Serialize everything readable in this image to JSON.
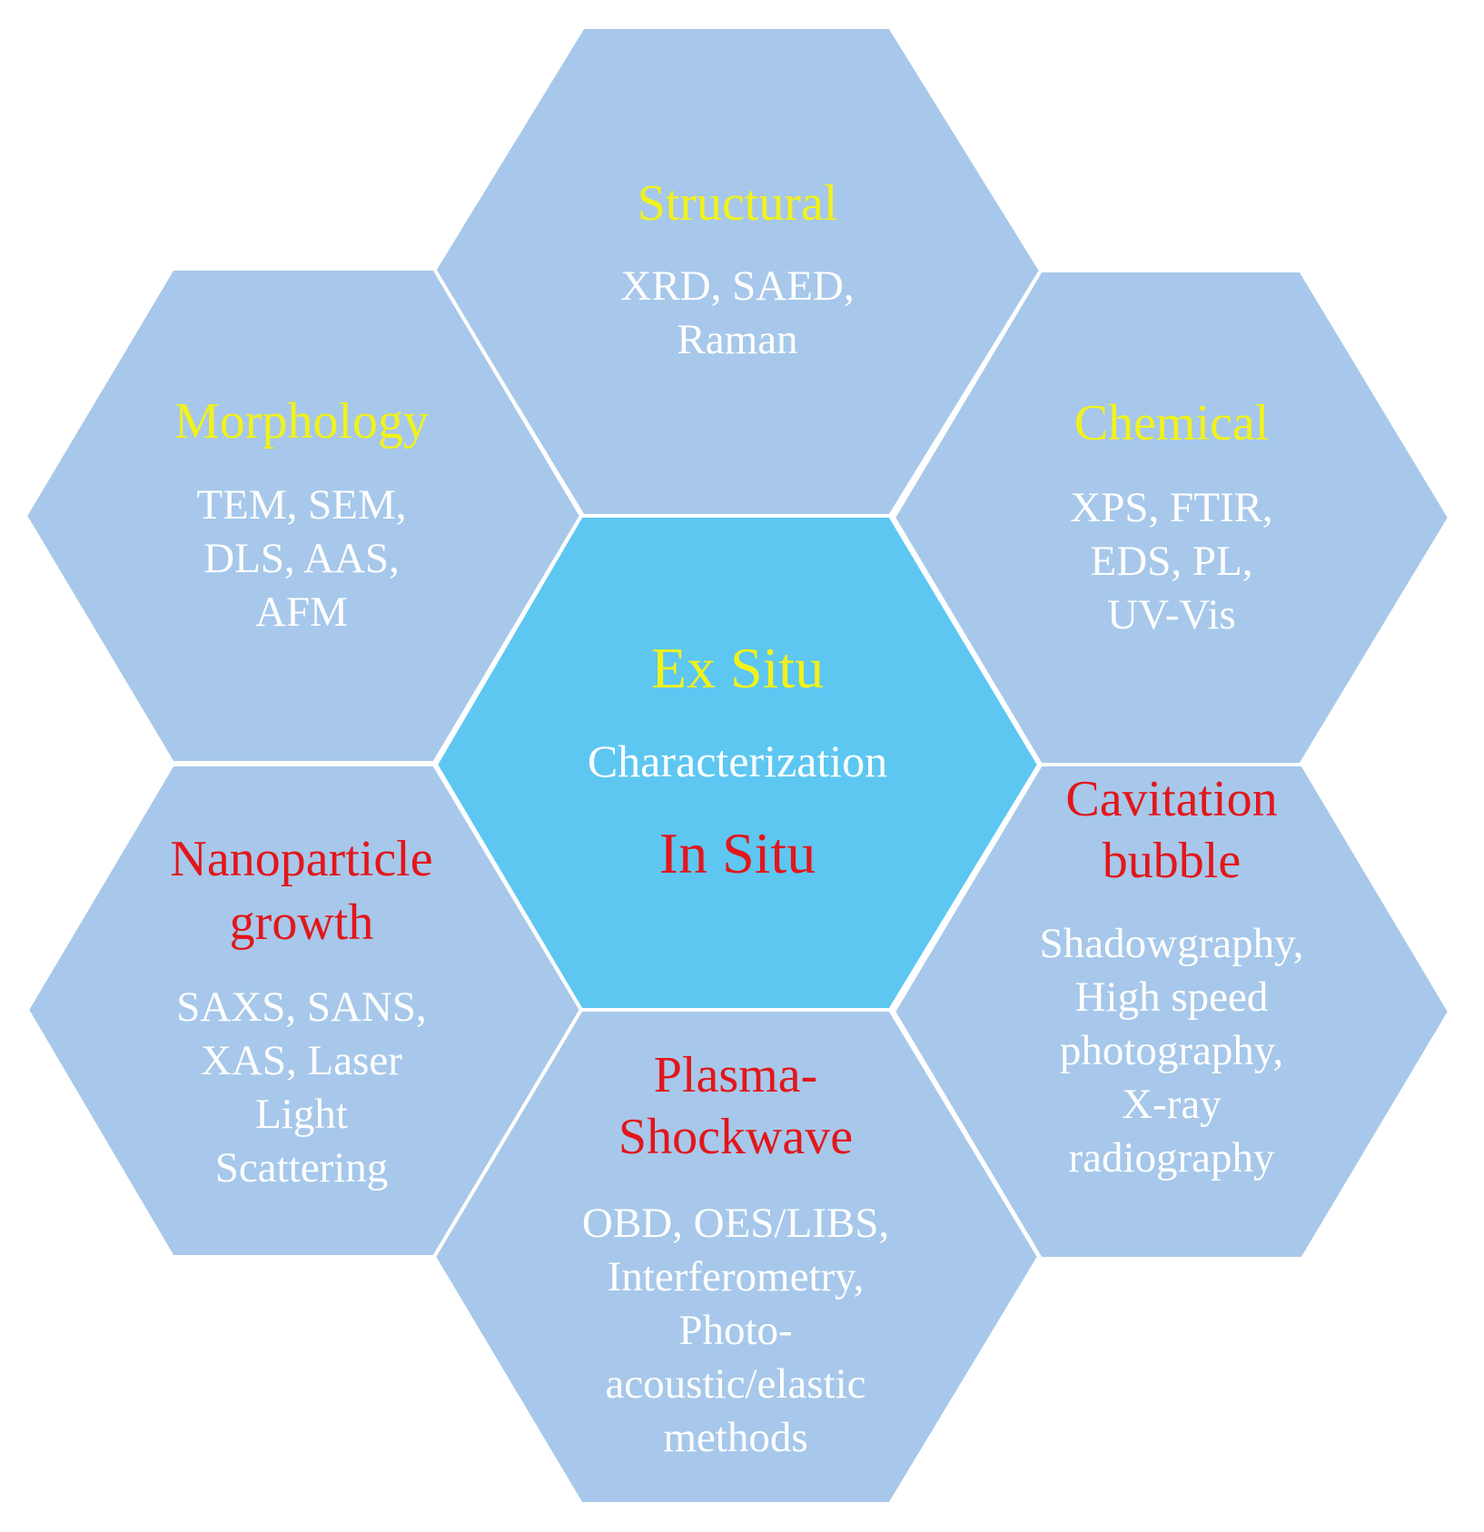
{
  "center": {
    "top": "Ex Situ",
    "middle": "Characterization",
    "bottom": "In Situ",
    "top_color": "#f2f21a",
    "bottom_color": "#e2161b",
    "fill": "#5dc7f1"
  },
  "outer_fill": "#a7c8ea",
  "hexagons": {
    "structural": {
      "title": "Structural",
      "methods": [
        "XRD, SAED,",
        "Raman"
      ]
    },
    "morphology": {
      "title": "Morphology",
      "methods": [
        "TEM, SEM,",
        "DLS, AAS,",
        "AFM"
      ]
    },
    "chemical": {
      "title": "Chemical",
      "methods": [
        "XPS, FTIR,",
        "EDS, PL,",
        "UV-Vis"
      ]
    },
    "nanoparticle": {
      "title": [
        "Nanoparticle",
        "growth"
      ],
      "methods": [
        "SAXS, SANS,",
        "XAS, Laser",
        "Light",
        "Scattering"
      ]
    },
    "cavitation": {
      "title": [
        "Cavitation",
        "bubble"
      ],
      "methods": [
        "Shadowgraphy,",
        "High speed",
        "photography,",
        "X-ray",
        "radiography"
      ]
    },
    "plasma": {
      "title": [
        "Plasma-",
        "Shockwave"
      ],
      "methods": [
        "OBD, OES/LIBS,",
        "Interferometry,",
        "Photo-",
        "acoustic/elastic",
        "methods"
      ]
    }
  }
}
